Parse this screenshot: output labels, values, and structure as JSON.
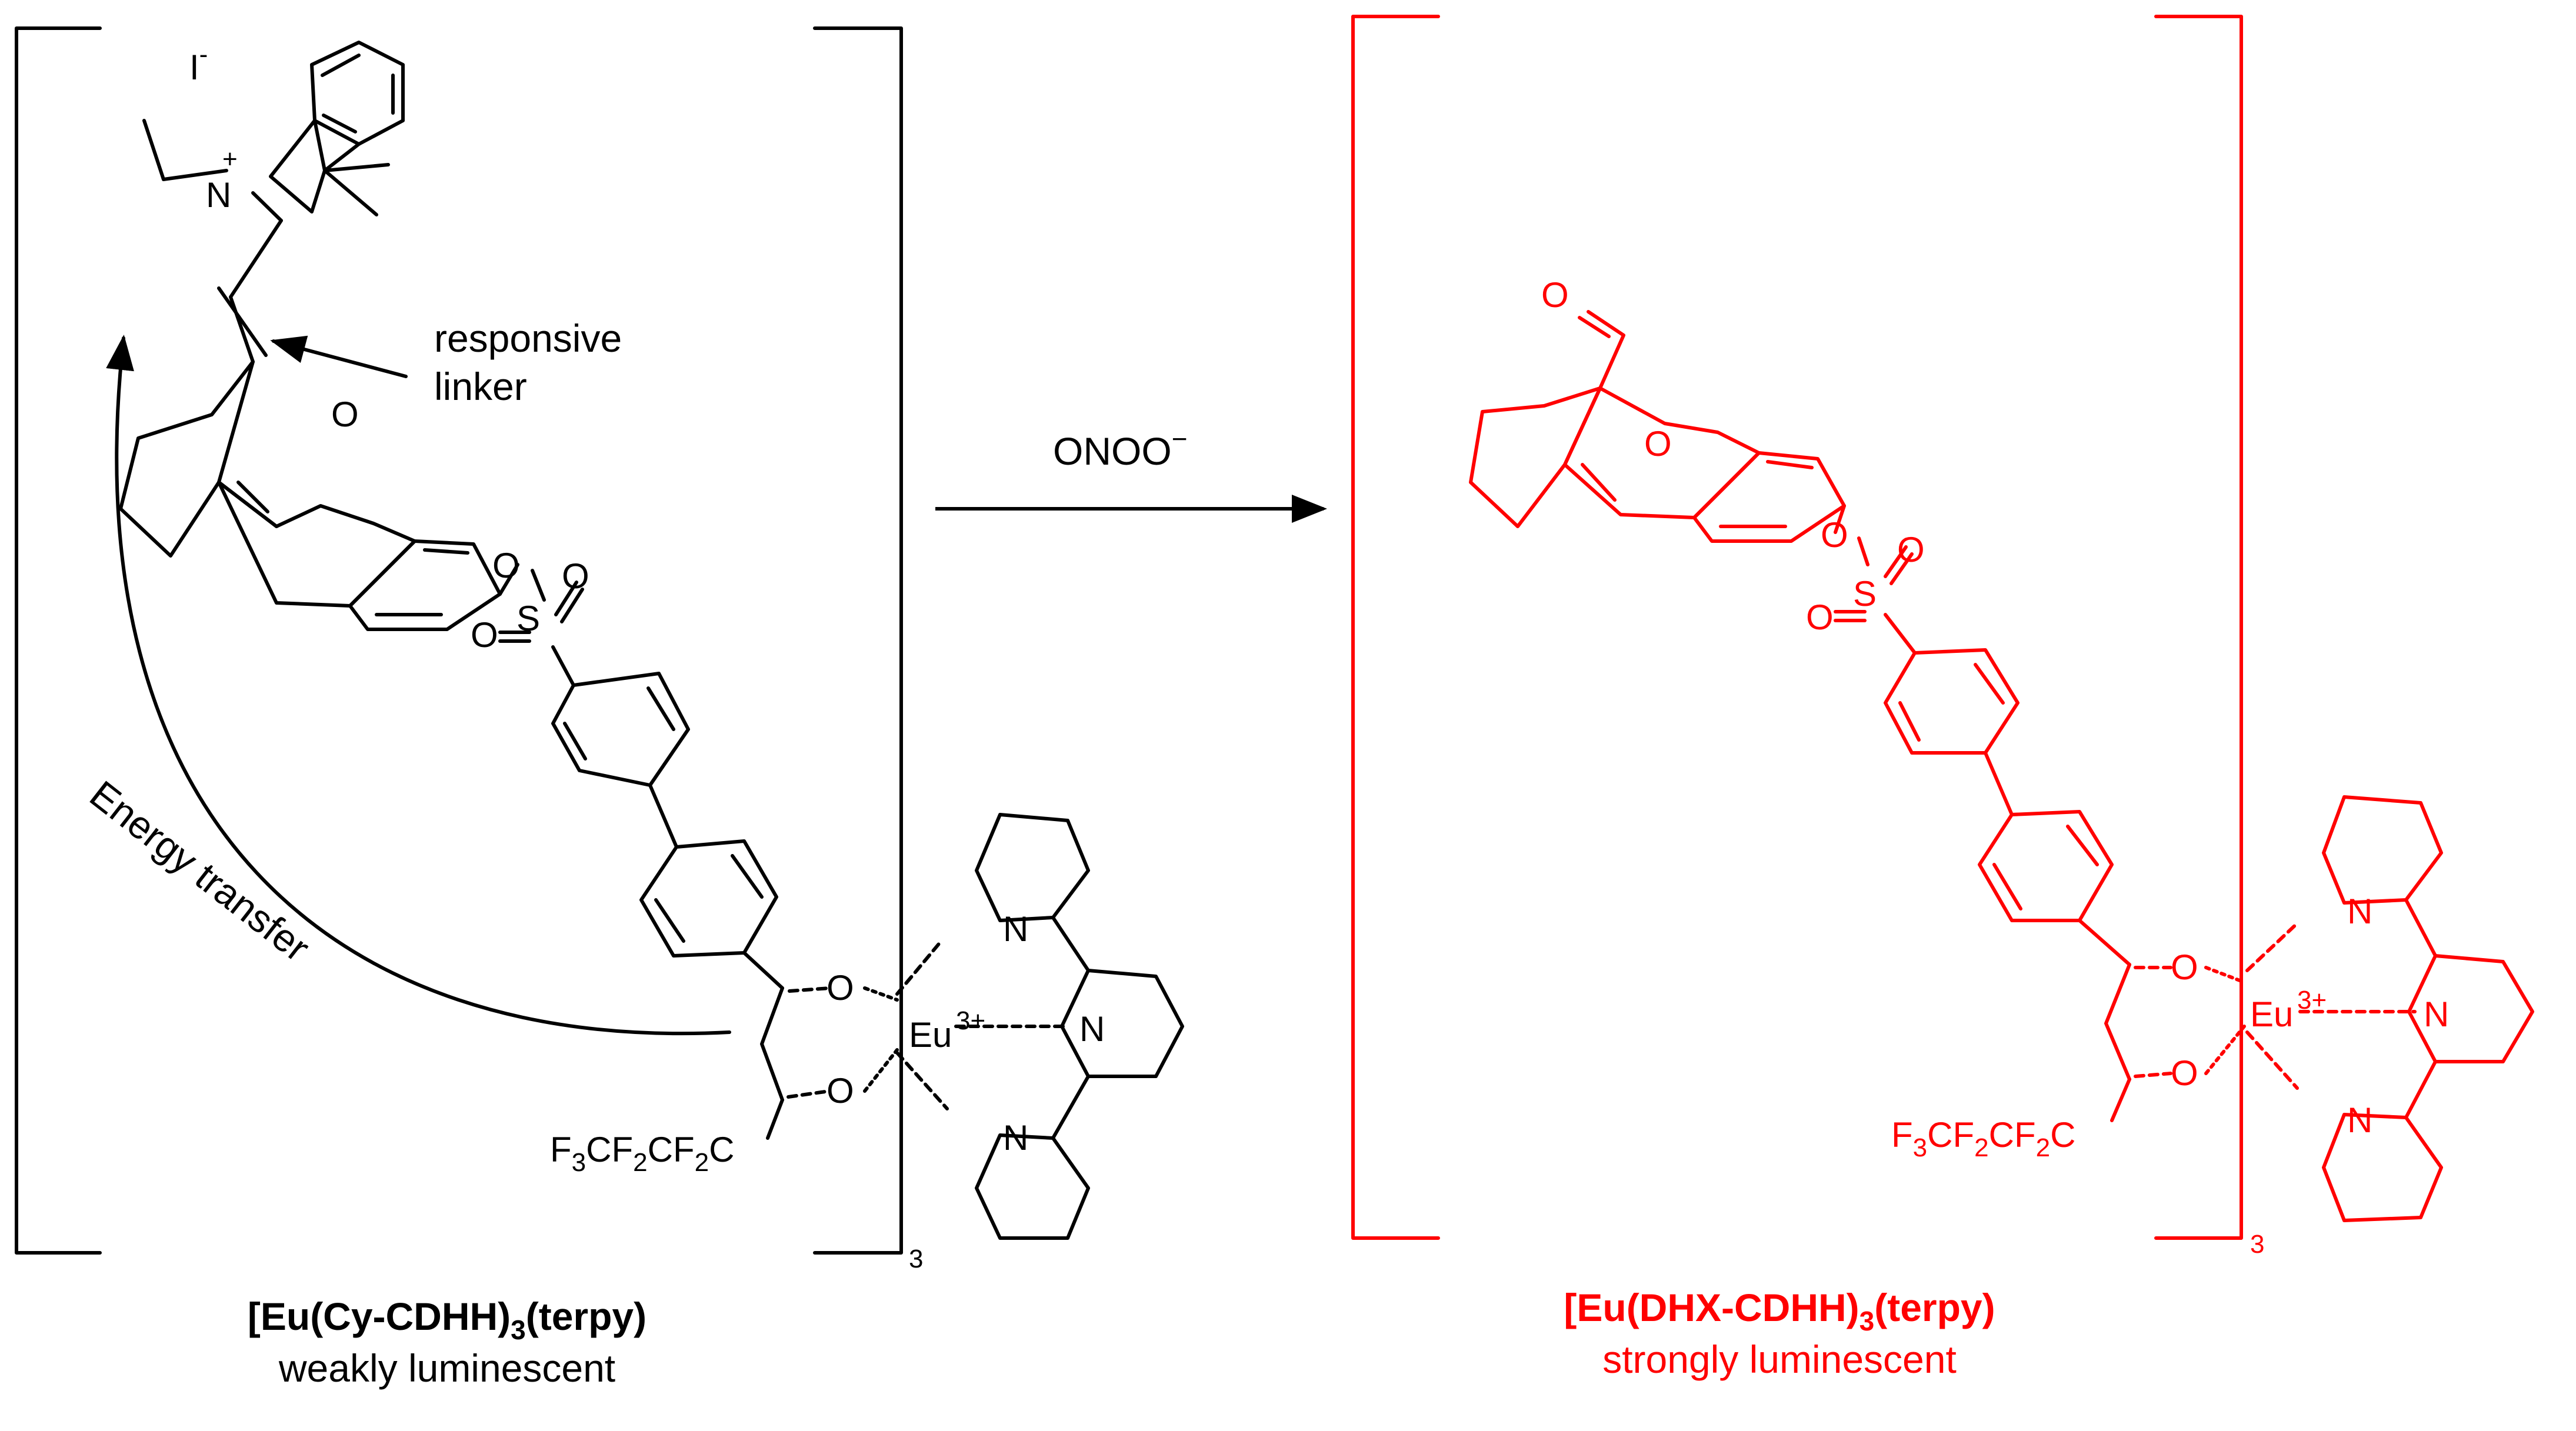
{
  "colors": {
    "reactant": "#000000",
    "product": "#ff0000"
  },
  "reactant": {
    "counterion": "I",
    "counterion_charge": "-",
    "nitrogen_charge": "+",
    "label_responsive": "responsive",
    "label_linker": "linker",
    "label_energy_transfer": "Energy transfer",
    "oxygen": "O",
    "sulfur": "S",
    "nitrogen": "N",
    "metal": "Eu",
    "metal_charge": "3+",
    "fluoro_group_parts": [
      "F",
      "3",
      "CF",
      "2",
      "CF",
      "2",
      "C"
    ],
    "bracket_subscript": "3",
    "caption_title_main": "[Eu(Cy-CDHH)",
    "caption_title_sub": "3",
    "caption_title_tail": "(terpy)",
    "caption_subtitle": "weakly luminescent"
  },
  "reaction": {
    "reagent": "ONOO",
    "reagent_charge": "−"
  },
  "product": {
    "oxygen": "O",
    "sulfur": "S",
    "nitrogen": "N",
    "metal": "Eu",
    "metal_charge": "3+",
    "fluoro_group_parts": [
      "F",
      "3",
      "CF",
      "2",
      "CF",
      "2",
      "C"
    ],
    "bracket_subscript": "3",
    "caption_title_main": "[Eu(DHX-CDHH)",
    "caption_title_sub": "3",
    "caption_title_tail": "(terpy)",
    "caption_subtitle": "strongly luminescent"
  }
}
